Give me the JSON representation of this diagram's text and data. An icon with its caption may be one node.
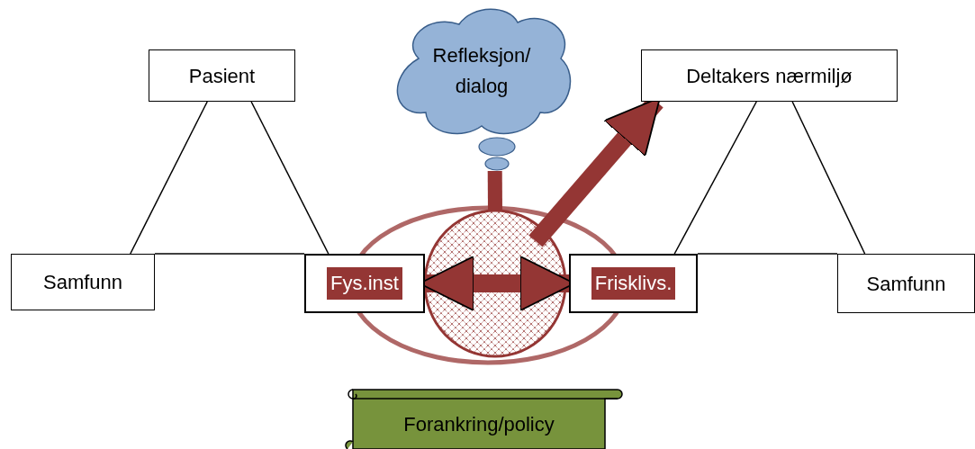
{
  "diagram": {
    "nodes": [
      {
        "text": [
          "Pasient"
        ]
      },
      {
        "text": [
          "Samfunn"
        ]
      },
      {
        "text": [
          "Fys.inst"
        ]
      },
      {
        "text": [
          "Refleksjon/ dialog"
        ]
      },
      {
        "text": [
          "Deltakers nærmiljø"
        ]
      },
      {
        "text": [
          "Frisklivs."
        ]
      },
      {
        "text": [
          "Samfunn"
        ]
      },
      {
        "text": [
          "Forankring/policy"
        ]
      }
    ],
    "edges": [
      {
        "from": 0,
        "to": 1,
        "arrow": "none"
      },
      {
        "from": 0,
        "to": 2,
        "arrow": "none"
      },
      {
        "from": 1,
        "to": 2,
        "arrow": "none"
      },
      {
        "from": 4,
        "to": 5,
        "arrow": "none"
      },
      {
        "from": 4,
        "to": 6,
        "arrow": "none"
      },
      {
        "from": 5,
        "to": 6,
        "arrow": "none"
      },
      {
        "from": 2,
        "to": 5,
        "arrow": "both",
        "style": "thick",
        "color": "#943634"
      },
      {
        "from": null,
        "to": 4,
        "arrow": "to",
        "style": "thick",
        "color": "#943634"
      },
      {
        "from": null,
        "to": 3,
        "arrow": "none",
        "style": "thick",
        "color": "#943634"
      }
    ]
  }
}
